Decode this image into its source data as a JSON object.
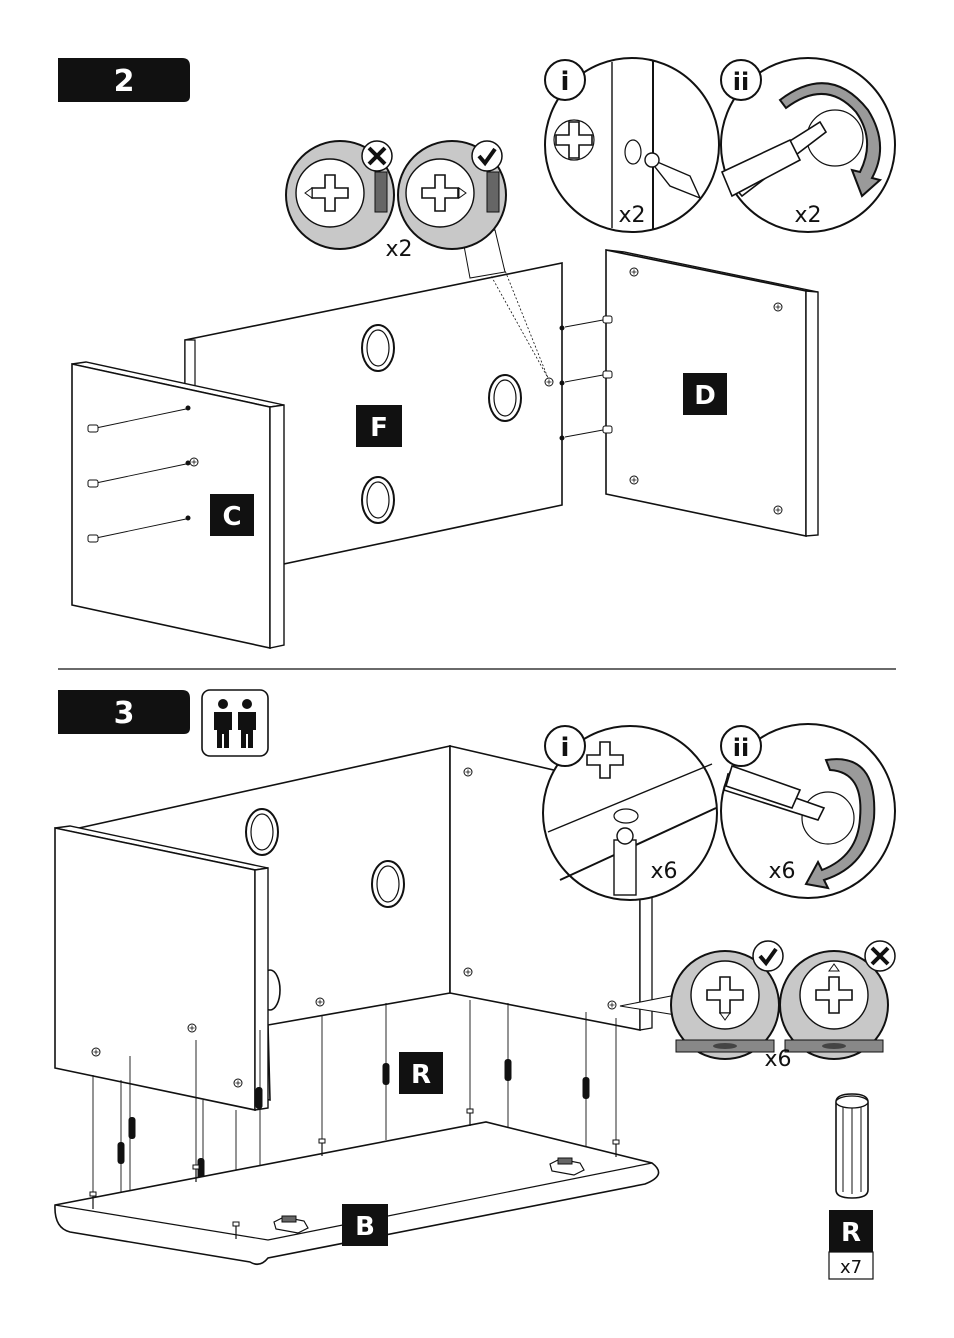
{
  "step2": {
    "number": "2",
    "panels": {
      "c": "C",
      "f": "F",
      "d": "D"
    },
    "qty_cam_orientation": "x2",
    "detail_i": {
      "label": "i",
      "qty": "x2"
    },
    "detail_ii": {
      "label": "ii",
      "qty": "x2"
    }
  },
  "step3": {
    "number": "3",
    "two_person_icon": "two-persons-icon",
    "panels": {
      "r": "R",
      "b": "B"
    },
    "detail_i": {
      "label": "i",
      "qty": "x6"
    },
    "detail_ii": {
      "label": "ii",
      "qty": "x6"
    },
    "qty_cam_orientation": "x6",
    "part": {
      "label": "R",
      "qty": "x7"
    }
  },
  "colors": {
    "ink": "#111111",
    "grey_fill": "#c8c8c8",
    "arrow_grey": "#9a9a9a"
  }
}
